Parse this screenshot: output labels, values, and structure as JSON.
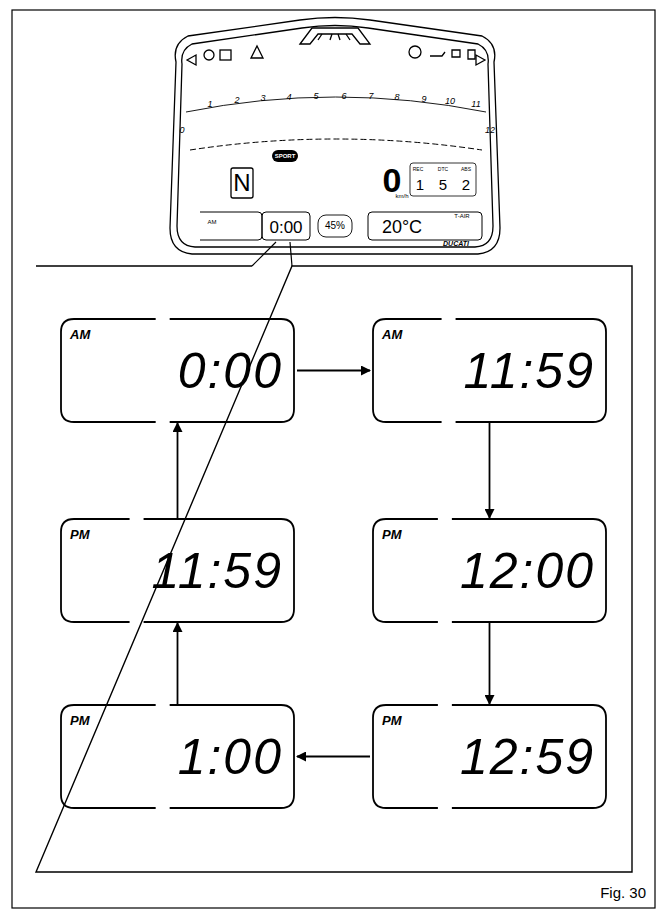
{
  "diagram": {
    "caption": "Fig. 30",
    "nodes": [
      {
        "text": [
          "AM",
          "0:00"
        ]
      },
      {
        "text": [
          "AM",
          "11:59"
        ]
      },
      {
        "text": [
          "PM",
          "12:00"
        ]
      },
      {
        "text": [
          "PM",
          "12:59"
        ]
      },
      {
        "text": [
          "PM",
          "1:00"
        ]
      },
      {
        "text": [
          "PM",
          "11:59"
        ]
      }
    ],
    "edges": [
      {
        "from": 0,
        "to": 1,
        "arrow": "to"
      },
      {
        "from": 1,
        "to": 2,
        "arrow": "to"
      },
      {
        "from": 2,
        "to": 3,
        "arrow": "to"
      },
      {
        "from": 3,
        "to": 4,
        "arrow": "to"
      },
      {
        "from": 4,
        "to": 5,
        "arrow": "to"
      },
      {
        "from": 5,
        "to": 0,
        "arrow": "to"
      }
    ],
    "labels": [
      "0",
      "1",
      "2",
      "3",
      "4",
      "5",
      "6",
      "7",
      "8",
      "9",
      "10",
      "11",
      "12",
      "N",
      "SPORT",
      "0",
      "km/h",
      "REC",
      "DTC",
      "ABS",
      "1",
      "5",
      "2",
      "AM",
      "0:00",
      "45%",
      "20°C",
      "T-AIR",
      "DUCATI"
    ]
  }
}
